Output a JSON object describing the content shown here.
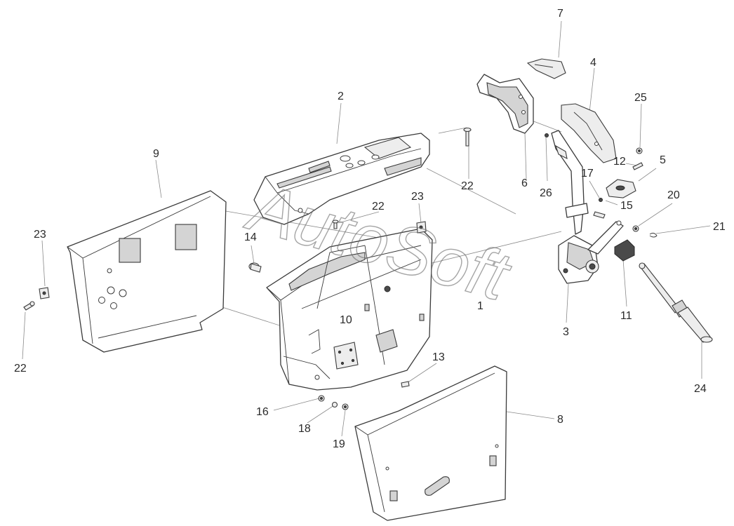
{
  "watermark": "AutoSoft",
  "callouts": {
    "c1": "1",
    "c2": "2",
    "c3": "3",
    "c4": "4",
    "c5": "5",
    "c6": "6",
    "c7": "7",
    "c8": "8",
    "c9": "9",
    "c10": "10",
    "c11": "11",
    "c12": "12",
    "c13": "13",
    "c14": "14",
    "c15": "15",
    "c16": "16",
    "c17": "17",
    "c18": "18",
    "c19": "19",
    "c20": "20",
    "c21": "21",
    "c22a": "22",
    "c22b": "22",
    "c22c": "22",
    "c23a": "23",
    "c23b": "23",
    "c24": "24",
    "c25": "25",
    "c26": "26"
  }
}
